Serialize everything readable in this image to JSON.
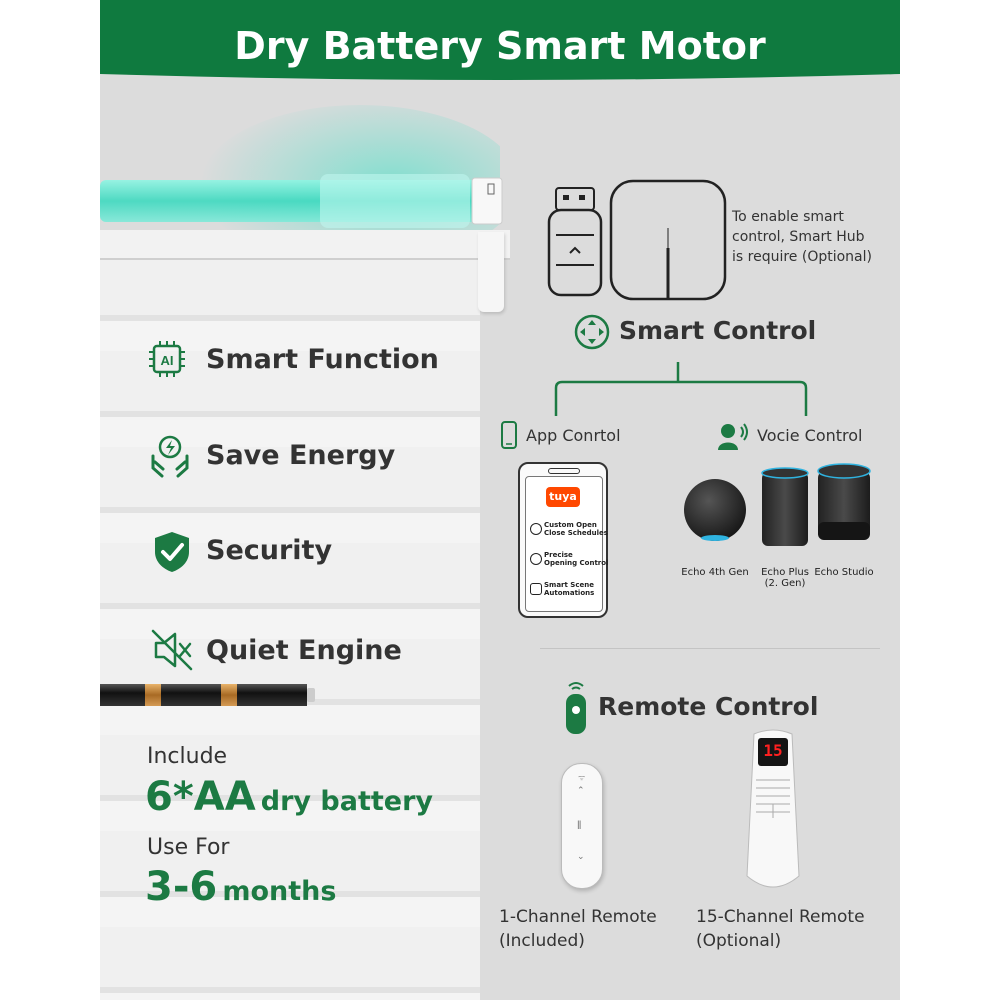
{
  "header": {
    "title": "Dry Battery Smart Motor",
    "band_color": "#0f7a3f"
  },
  "colors": {
    "accent_green": "#1c7a43",
    "panel_gray": "#dcdcdc",
    "blind_white": "#eeeeee",
    "glow_teal": "#38e0c4"
  },
  "features": [
    {
      "icon": "ai-chip-icon",
      "label": "Smart Function"
    },
    {
      "icon": "energy-hands-icon",
      "label": "Save Energy"
    },
    {
      "icon": "shield-check-icon",
      "label": "Security"
    },
    {
      "icon": "mute-speaker-icon",
      "label": "Quiet Engine"
    }
  ],
  "battery": {
    "include_label": "Include",
    "amount": "6*AA",
    "amount_suffix": "dry battery",
    "use_for_label": "Use For",
    "duration": "3-6",
    "duration_suffix": "months"
  },
  "hub_note": {
    "line1": "To enable smart",
    "line2": "control, Smart Hub",
    "line3": "is require (Optional)"
  },
  "smart_control": {
    "title": "Smart Control",
    "app_label": "App Conrtol",
    "voice_label": "Vocie Control",
    "phone": {
      "brand": "tuya",
      "items": [
        {
          "line1": "Custom Open",
          "line2": "Close Schedules"
        },
        {
          "line1": "Precise",
          "line2": "Opening Control"
        },
        {
          "line1": "Smart Scene",
          "line2": "Automations"
        }
      ]
    },
    "speakers": [
      {
        "name": "Echo 4th Gen",
        "name2": ""
      },
      {
        "name": "Echo Plus",
        "name2": "(2. Gen)"
      },
      {
        "name": "Echo Studio",
        "name2": ""
      }
    ]
  },
  "remote_control": {
    "title": "Remote Control",
    "display_number": "15",
    "remotes": [
      {
        "line1": "1-Channel Remote",
        "line2": "(Included)"
      },
      {
        "line1": "15-Channel Remote",
        "line2": "(Optional)"
      }
    ]
  }
}
